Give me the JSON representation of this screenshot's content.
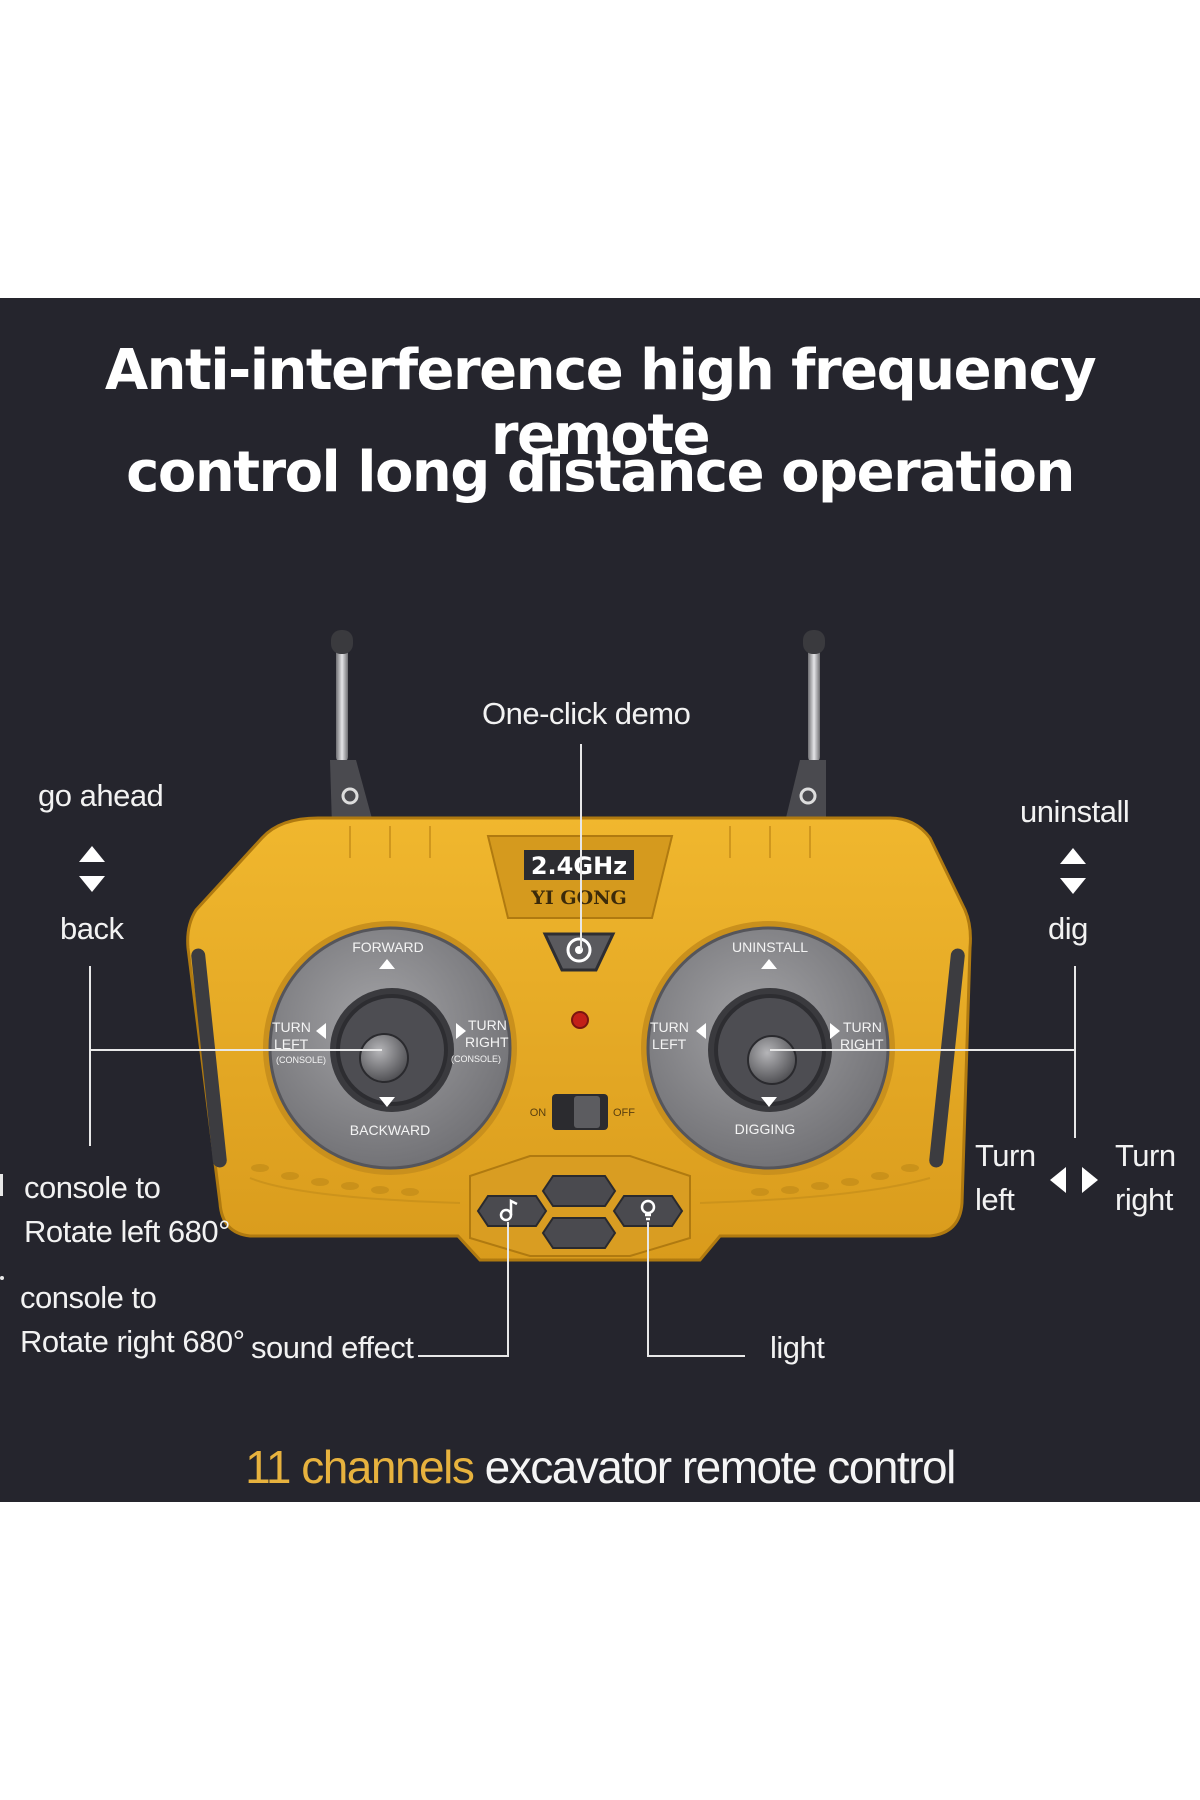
{
  "title": {
    "line1": "Anti-interference high frequency remote",
    "line2": "control long distance operation"
  },
  "labels": {
    "one_click_demo": "One-click demo",
    "go_ahead": "go ahead",
    "back": "back",
    "uninstall": "uninstall",
    "dig": "dig",
    "turn_left": [
      "Turn",
      "left"
    ],
    "turn_right": [
      "Turn",
      "right"
    ],
    "console_left": [
      "console to",
      "Rotate left 680°"
    ],
    "console_right": [
      "console to",
      "Rotate right 680°"
    ],
    "sound_effect": "sound effect",
    "light": "light"
  },
  "remote": {
    "badge_freq": "2.4GHz",
    "badge_brand": "YI GONG",
    "left_stick": {
      "up": "FORWARD",
      "down": "BACKWARD",
      "left": [
        "TURN",
        "LEFT",
        "(CONSOLE)"
      ],
      "right": [
        "TURN",
        "RIGHT",
        "(CONSOLE)"
      ]
    },
    "right_stick": {
      "up": "UNINSTALL",
      "down": "DIGGING",
      "left": [
        "TURN",
        "LEFT"
      ],
      "right": [
        "TURN",
        "RIGHT"
      ]
    },
    "switch_on": "ON",
    "switch_off": "OFF"
  },
  "footer": {
    "accent": "11 channels",
    "rest": " excavator remote control"
  },
  "colors": {
    "background": "#25252d",
    "body": "#e3a826",
    "accent_text": "#e7b23e",
    "stick_plate": "#8c8c8f"
  },
  "icons": [
    "double-arrow-vertical-icon",
    "double-arrow-horizontal-icon",
    "music-note-icon",
    "bulb-icon",
    "gear-icon"
  ]
}
